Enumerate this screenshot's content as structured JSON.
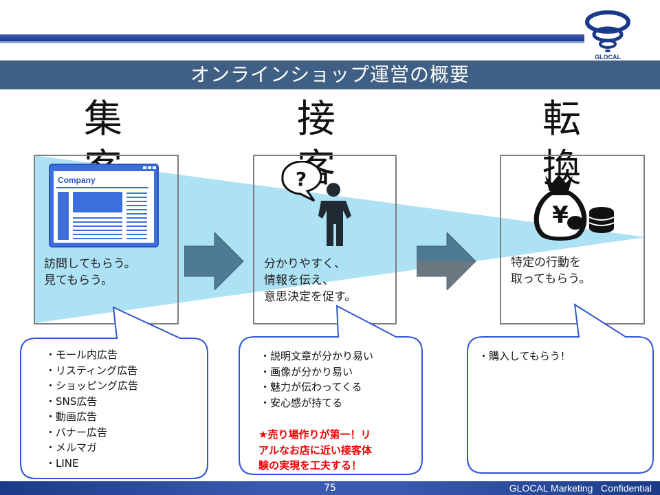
{
  "title": "オンラインショップ運営の概要",
  "logo_text": "GLOCAL",
  "stages": [
    {
      "label": "集　客",
      "box_text": [
        "訪問してもらう。",
        "見てもらう。"
      ],
      "bubble_items": [
        "・モール内広告",
        "・リスティング広告",
        "・ショッピング広告",
        "・SNS広告",
        "・動画広告",
        "・バナー広告",
        "・メルマガ",
        "・LINE"
      ]
    },
    {
      "label": "接　客",
      "box_text": [
        "分かりやすく、",
        "情報を伝え、",
        "意思決定を促す。"
      ],
      "bubble_items": [
        "・説明文章が分かり易い",
        "・画像が分かり易い",
        "・魅力が伝わってくる",
        "・安心感が持てる"
      ],
      "highlight": [
        "★売り場作りが第一！リ",
        "アルなお店に近い接客体",
        "験の実現を工夫する！"
      ]
    },
    {
      "label": "転　換",
      "box_text": [
        "特定の行動を",
        "取ってもらう。"
      ],
      "bubble_items": [
        "・購入してもらう！"
      ]
    }
  ],
  "icon_labels": {
    "company": "Company"
  },
  "footer": {
    "page_number": "75",
    "text": "GLOCAL Marketing   Confidential"
  },
  "colors": {
    "accent": "#3f5f85",
    "brand": "#1a3a8a",
    "funnel": "#9fdcf2",
    "bubble_border": "#2f55d4",
    "highlight": "#ee0000"
  },
  "icons": [
    "company-webpage-icon",
    "question-person-icon",
    "money-bag-coins-icon",
    "right-arrow-icon"
  ]
}
